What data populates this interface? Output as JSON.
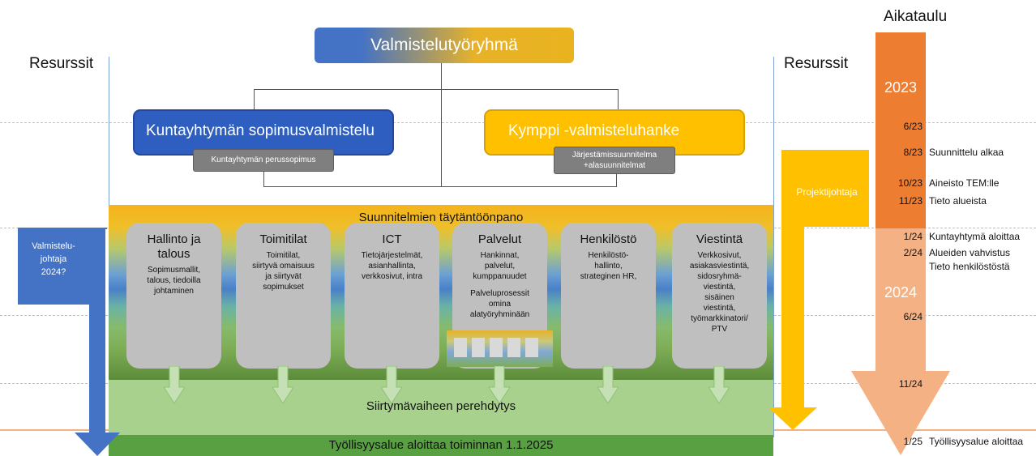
{
  "top_box": {
    "label": "Valmistelutyöryhmä"
  },
  "left_resources": {
    "heading": "Resurssit",
    "pillar_label": "Valmistelu-\njohtaja\n2024?"
  },
  "right_resources": {
    "heading": "Resurssit",
    "pillar_label": "Projektijohtaja"
  },
  "branch_left": {
    "label": "Kuntayhtymän sopimusvalmistelu",
    "scroll": "Kuntayhtymän perussopimus"
  },
  "branch_right": {
    "label": "Kymppi -valmisteluhanke",
    "scroll": "Järjestämissuunnitelma\n+alasuunnitelmat"
  },
  "implementation": {
    "title": "Suunnitelmien täytäntöönpano"
  },
  "columns": [
    {
      "title": "Hallinto ja\ntalous",
      "desc": "Sopimusmallit,\ntalous, tiedoilla\njohtaminen",
      "extra": ""
    },
    {
      "title": "Toimitilat",
      "desc": "Toimitilat,\nsiirtyvä omaisuus\nja siirtyvät\nsopimukset",
      "extra": ""
    },
    {
      "title": "ICT",
      "desc": "Tietojärjestelmät,\nasianhallinta,\nverkkosivut, intra",
      "extra": ""
    },
    {
      "title": "Palvelut",
      "desc": "Hankinnat,\npalvelut,\nkumppanuudet",
      "extra": "Palveluprosessit\nomina\nalatyöryhminään"
    },
    {
      "title": "Henkilöstö",
      "desc": "Henkilöstö-\nhallinto,\nstrateginen HR,",
      "extra": ""
    },
    {
      "title": "Viestintä",
      "desc": "Verkkosivut,\nasiakasviestintä,\nsidosryhmä-\nviestintä,\nsisäinen\nviestintä,\ntyömarkkinatori/\nPTV",
      "extra": ""
    }
  ],
  "transition": {
    "label": "Siirtymävaiheen perehdytys"
  },
  "bottom": {
    "label": "Työllisyysalue aloittaa toiminnan 1.1.2025"
  },
  "timeline": {
    "heading": "Aikataulu",
    "year1": "2023",
    "year2": "2024",
    "milestones": [
      {
        "date": "6/23",
        "label": ""
      },
      {
        "date": "8/23",
        "label": "Suunnittelu alkaa"
      },
      {
        "date": "10/23",
        "label": "Aineisto TEM:lle"
      },
      {
        "date": "11/23",
        "label": "Tieto alueista"
      },
      {
        "date": "1/24",
        "label": "Kuntayhtymä aloittaa"
      },
      {
        "date": "2/24",
        "label": "Alueiden vahvistus"
      },
      {
        "date": "",
        "label": "Tieto henkilöstöstä"
      },
      {
        "date": "6/24",
        "label": ""
      },
      {
        "date": "11/24",
        "label": ""
      },
      {
        "date": "1/25",
        "label": "Työllisyysalue aloittaa"
      }
    ],
    "colors": {
      "dark": "#ed7d31",
      "light": "#f4b183"
    }
  }
}
